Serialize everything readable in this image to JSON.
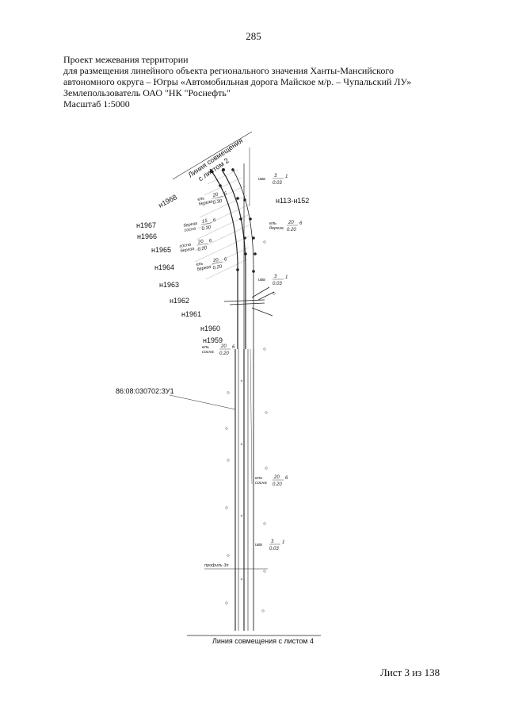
{
  "page": {
    "number": "285",
    "footer": "Лист 3 из 138"
  },
  "header": {
    "line1": "Проект межевания территории",
    "line2": "для размещения линейного объекта регионального значения Ханты-Мансийского",
    "line3": "автономного округа – Югры «Автомобильная дорога Майское м/р. – Чупальский ЛУ»",
    "line4": "Землепользователь ОАО \"НК \"Роснефть\"",
    "line5": "Масштаб 1:5000"
  },
  "map": {
    "match_line_top": [
      "Линия совмещения",
      "с листом 2"
    ],
    "match_line_bottom": "Линия совмещения с листом 4",
    "parcel_id": "86:08:030702:ЗУ1",
    "point_range": "н113-н152",
    "points": [
      "н1968",
      "н1967",
      "н1966",
      "н1965",
      "н1964",
      "н1963",
      "н1962",
      "н1961",
      "н1960",
      "н1959"
    ],
    "profile_label": "профиль 3л",
    "vegetation": [
      {
        "species": [
          "ива"
        ],
        "top": "3",
        "bottom": "0.03",
        "suffix": "1"
      },
      {
        "species": [
          "ель",
          "береза"
        ],
        "top": "20",
        "bottom": "0.30",
        "suffix": "6"
      },
      {
        "species": [
          "ель",
          "береза"
        ],
        "top": "20",
        "bottom": "0.20",
        "suffix": "6"
      },
      {
        "species": [
          "береза",
          "сосна"
        ],
        "top": "15",
        "bottom": "0.30",
        "suffix": "6"
      },
      {
        "species": [
          "сосна",
          "береза"
        ],
        "top": "20",
        "bottom": "0.20",
        "suffix": "6"
      },
      {
        "species": [
          "ель",
          "береза"
        ],
        "top": "20",
        "bottom": "0.20",
        "suffix": "6"
      },
      {
        "species": [
          "ива"
        ],
        "top": "3",
        "bottom": "0.03",
        "suffix": "1"
      },
      {
        "species": [
          "ель",
          "сосна"
        ],
        "top": "20",
        "bottom": "0.20",
        "suffix": "6"
      },
      {
        "species": [
          "ели",
          "сосна"
        ],
        "top": "20",
        "bottom": "0.20",
        "suffix": "6"
      },
      {
        "species": [
          "ива"
        ],
        "top": "3",
        "bottom": "0.03",
        "suffix": "1"
      }
    ],
    "colors": {
      "line": "#222222",
      "light": "#777777"
    }
  }
}
